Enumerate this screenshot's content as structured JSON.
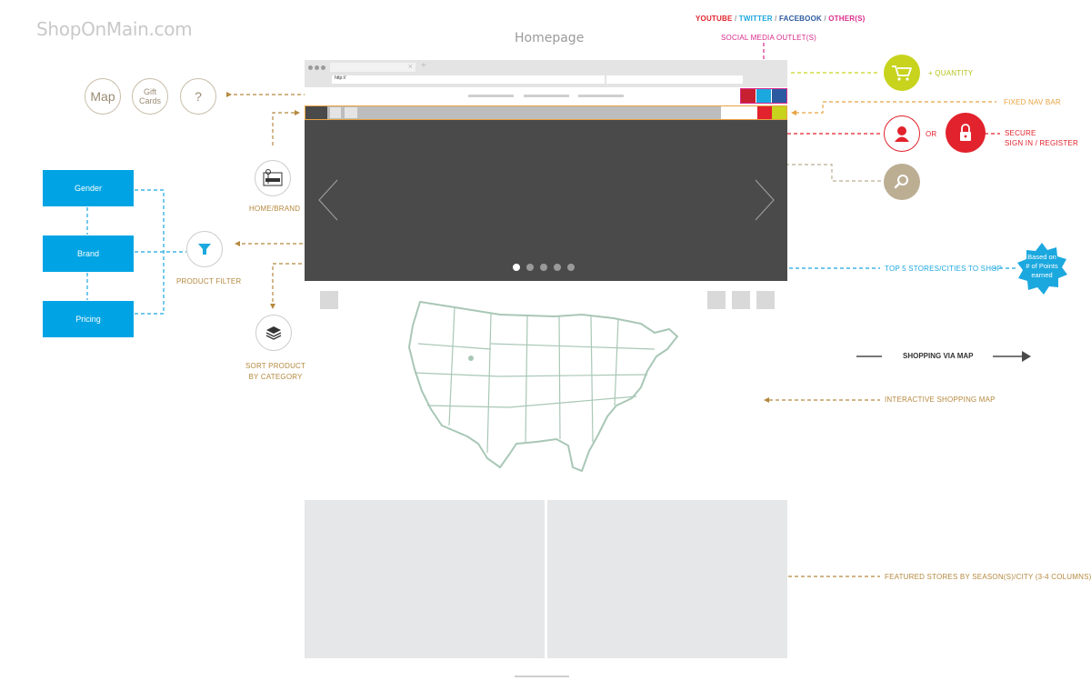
{
  "brand": "ShopOnMain.com",
  "page_heading": "Homepage",
  "browser": {
    "url": "http://",
    "close_glyph": "×",
    "newtab_glyph": "+"
  },
  "quick_links": [
    {
      "label": "Map"
    },
    {
      "label_line1": "Gift",
      "label_line2": "Cards"
    },
    {
      "label": "?"
    }
  ],
  "social": {
    "youtube": "YOUTUBE",
    "twitter": "TWITTER",
    "facebook": "FACEBOOK",
    "other": "OTHER(S)",
    "sep": " / ",
    "outlet": "SOCIAL MEDIA OUTLET(S)"
  },
  "annotations": {
    "quantity": "+ QUANTITY",
    "fixed_nav": "FIXED NAV BAR",
    "or": "OR",
    "secure_line1": "SECURE",
    "secure_line2": "SIGN IN / REGISTER",
    "home_brand": "HOME/BRAND",
    "product_filter": "PRODUCT FILTER",
    "sort_line1": "SORT PRODUCT",
    "sort_line2": "BY CATEGORY",
    "top5": "TOP 5 STORES/CITIES TO SHOP",
    "shopping_via_map": "SHOPPING VIA MAP",
    "interactive_map": "INTERACTIVE SHOPPING MAP",
    "featured": "FEATURED STORES BY SEASON(S)/CITY (3-4 COLUMNS)"
  },
  "badge": {
    "line1": "Based on",
    "line2": "# of Points",
    "line3": "earned"
  },
  "filters": [
    {
      "label": "Gender"
    },
    {
      "label": "Brand"
    },
    {
      "label": "Pricing"
    }
  ],
  "carousel": {
    "dots": 5,
    "active_dot": 0,
    "prev_glyph": "‹",
    "next_glyph": "›"
  },
  "colors": {
    "gold": "#b5893f",
    "red": "#e2222c",
    "blue": "#00a4e4",
    "lime": "#c7d31c",
    "tan": "#bcae93",
    "magenta": "#d92a8c",
    "hero": "#4b4a4a",
    "map": "#a9c7b6"
  },
  "icons": {
    "cart": "cart-icon",
    "user": "user-icon",
    "lock": "lock-icon",
    "search": "search-icon",
    "filter": "filter-icon",
    "layers": "layers-icon",
    "home": "home-brand-icon"
  }
}
